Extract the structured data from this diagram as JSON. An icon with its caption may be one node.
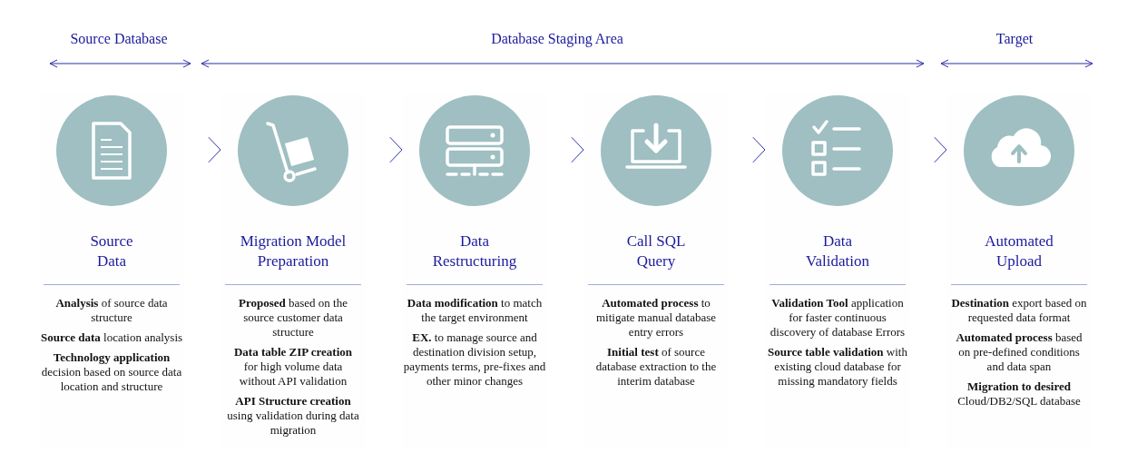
{
  "diagram": {
    "nodes": [
      {
        "text": [
          "Source Data",
          "**Analysis** of source data structure",
          "**Source data** location analysis",
          "**Technology application** decision based on source data location and structure"
        ]
      },
      {
        "text": [
          "Migration Model Preparation",
          "**Proposed** based on the source customer data structure",
          "**Data table ZIP creation** for high volume data without API validation",
          "**API Structure creation** using validation during data migration"
        ]
      },
      {
        "text": [
          "Data Restructuring",
          "**Data modification** to match the target environment",
          "**EX.** to manage source and destination division setup, payments terms, pre-fixes and other minor changes"
        ]
      },
      {
        "text": [
          "Call SQL Query",
          "**Automated process** to mitigate manual database entry errors",
          "**Initial test** of source database extraction to the interim database"
        ]
      },
      {
        "text": [
          "Data Validation",
          "**Validation Tool** application for faster continuous discovery of database Errors",
          "**Source table validation** with existing cloud database for missing mandatory fields"
        ]
      },
      {
        "text": [
          "Automated Upload",
          "**Destination** export based on requested data format",
          "**Automated process** based on pre-defined conditions and data span",
          "**Migration to desired** Cloud/DB2/SQL database"
        ]
      }
    ],
    "edges": [
      {
        "from": 0,
        "to": 1,
        "arrow": "to"
      },
      {
        "from": 1,
        "to": 2,
        "arrow": "to"
      },
      {
        "from": 2,
        "to": 3,
        "arrow": "to"
      },
      {
        "from": 3,
        "to": 4,
        "arrow": "to"
      },
      {
        "from": 4,
        "to": 5,
        "arrow": "to"
      }
    ],
    "labels": [
      "Source Database",
      "Database Staging Area",
      "Target"
    ]
  }
}
